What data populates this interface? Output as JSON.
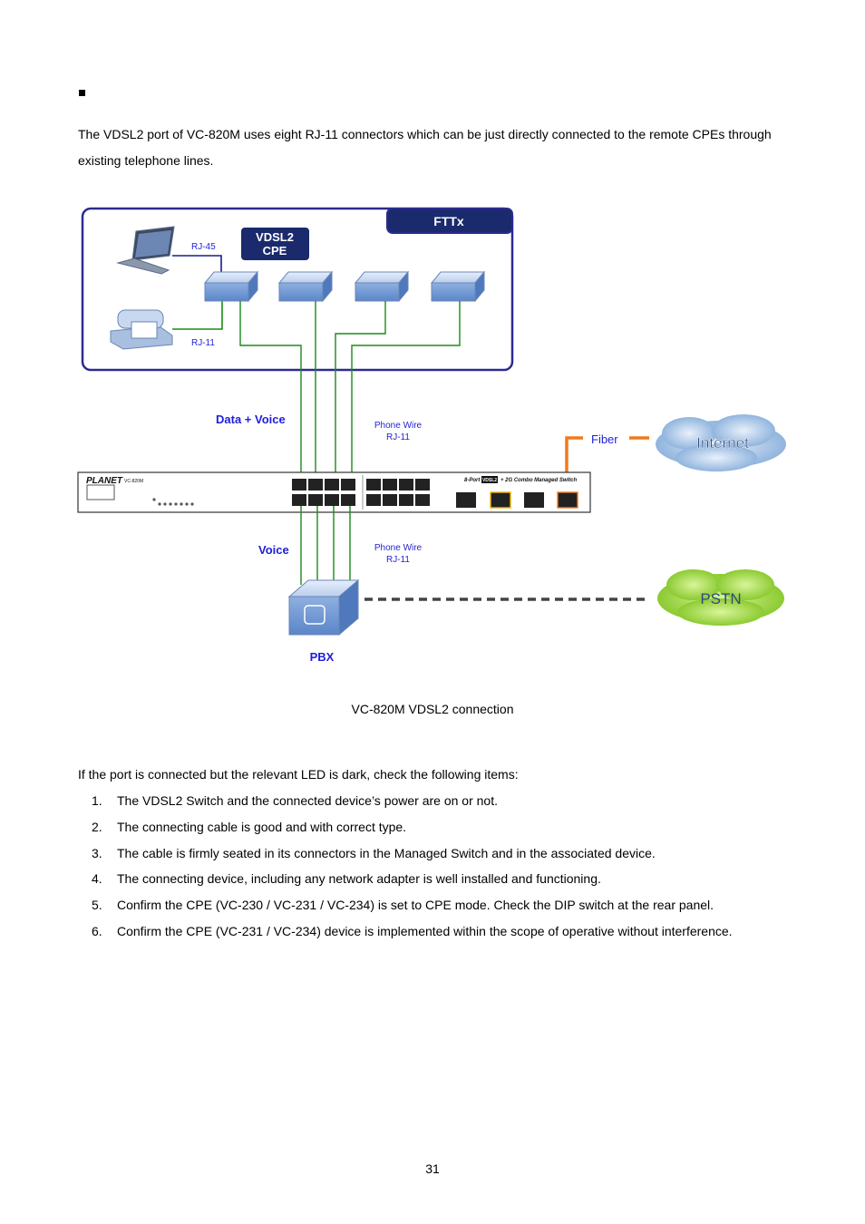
{
  "intro": {
    "paragraph": "The VDSL2 port of VC-820M uses eight RJ-11 connectors which can be just directly connected to the remote CPEs through existing telephone lines."
  },
  "diagram": {
    "fttx_label": "FTTx",
    "cpe_label_line1": "VDSL2",
    "cpe_label_line2": "CPE",
    "rj45_label": "RJ-45",
    "rj11_label": "RJ-11",
    "data_voice_label": "Data + Voice",
    "phone_wire_top_line1": "Phone Wire",
    "phone_wire_top_line2": "RJ-11",
    "fiber_label": "Fiber",
    "internet_label": "Internet",
    "voice_label": "Voice",
    "phone_wire_bottom_line1": "Phone Wire",
    "phone_wire_bottom_line2": "RJ-11",
    "pstn_label": "PSTN",
    "pbx_label": "PBX",
    "switch_brand": "PLANET",
    "switch_model": "VC-820M",
    "switch_title_prefix": "8-Port",
    "switch_title_badge": "VDSL2",
    "switch_title_suffix": "+ 2G Combo Managed Switch",
    "colors": {
      "frame_border": "#2b2b8f",
      "dark_navy": "#1a2a6c",
      "phone_line": "#1a8a1a",
      "rj45_line": "#1a1a8a",
      "fiber": "#f07a1e",
      "label_blue": "#1f1fd6",
      "cloud_internet": "#a9c7e8",
      "cloud_pstn": "#9bd82b"
    }
  },
  "caption": "VC-820M VDSL2 connection",
  "checklist": {
    "intro": "If the port is connected but the relevant LED is dark, check the following items:",
    "items": [
      {
        "num": "1.",
        "text": "The VDSL2 Switch and the connected device’s power are on or not."
      },
      {
        "num": "2.",
        "text": "The connecting cable is good and with correct type."
      },
      {
        "num": "3.",
        "text": "The cable is firmly seated in its connectors in the Managed Switch and in the associated device."
      },
      {
        "num": "4.",
        "text": "The connecting device, including any network adapter is well installed and functioning."
      },
      {
        "num": "5.",
        "text": "Confirm the CPE (VC-230 / VC-231 / VC-234) is set to CPE mode. Check the DIP switch at the rear panel."
      },
      {
        "num": "6.",
        "text": "Confirm the CPE (VC-231 / VC-234) device is implemented within the scope of operative without interference."
      }
    ]
  },
  "page_number": "31"
}
